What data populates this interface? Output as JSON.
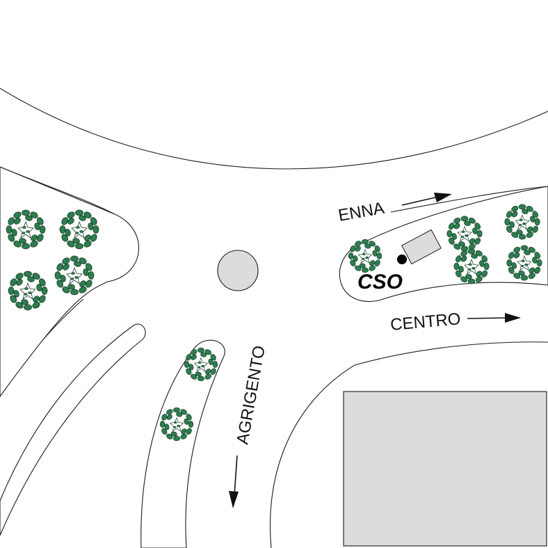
{
  "labels": {
    "enna": "ENNA",
    "centro": "CENTRO",
    "agrigento": "AGRIGENTO",
    "cso": "CSO"
  },
  "colors": {
    "background": "#ffffff",
    "line": "#1a1a1a",
    "block_fill": "#dcdcdc",
    "roundabout_fill": "#dcdcdc",
    "tree_foliage": "#2e7d4f",
    "tree_dark": "#173d27",
    "marker": "#000000"
  },
  "icons": {
    "tree": "tree-icon",
    "arrow": "arrow-icon",
    "marker": "cso-marker-icon",
    "building": "building-icon"
  }
}
